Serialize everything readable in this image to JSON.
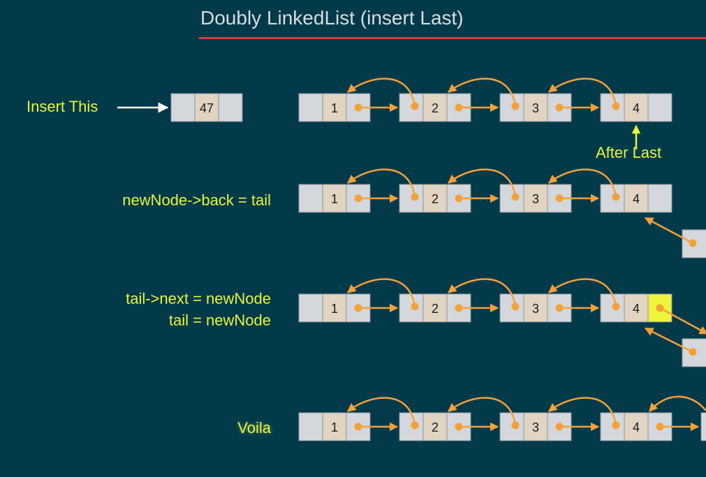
{
  "title": "Doubly LinkedList (insert Last)",
  "insert_label": "Insert This",
  "new_node_value": "47",
  "after_label": "After Last",
  "steps": [
    {
      "lines": []
    },
    {
      "lines": [
        "newNode->back = tail"
      ]
    },
    {
      "lines": [
        "tail->next = newNode",
        "tail = newNode"
      ]
    },
    {
      "lines": [
        "Voila"
      ]
    }
  ],
  "list_values": [
    "1",
    "2",
    "3",
    "4"
  ],
  "colors": {
    "background": "#033a4a",
    "title": "#d8dde0",
    "rule": "#d63c3c",
    "label": "#e8f43c",
    "pointer": "#f4a13a",
    "cell": "#d4d8dc",
    "data_cell": "#e2d4c2",
    "highlight": "#eef53a"
  }
}
